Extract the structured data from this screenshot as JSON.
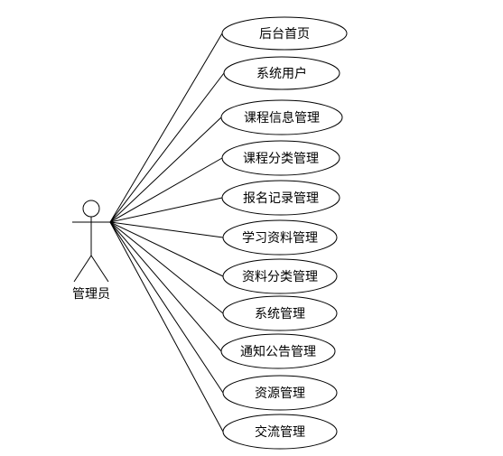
{
  "actor": {
    "label": "管理员"
  },
  "use_cases": [
    {
      "label": "后台首页"
    },
    {
      "label": "系统用户"
    },
    {
      "label": "课程信息管理"
    },
    {
      "label": "课程分类管理"
    },
    {
      "label": "报名记录管理"
    },
    {
      "label": "学习资料管理"
    },
    {
      "label": "资料分类管理"
    },
    {
      "label": "系统管理"
    },
    {
      "label": "通知公告管理"
    },
    {
      "label": "资源管理"
    },
    {
      "label": "交流管理"
    }
  ],
  "colors": {
    "line": "#000000",
    "background": "#ffffff"
  }
}
